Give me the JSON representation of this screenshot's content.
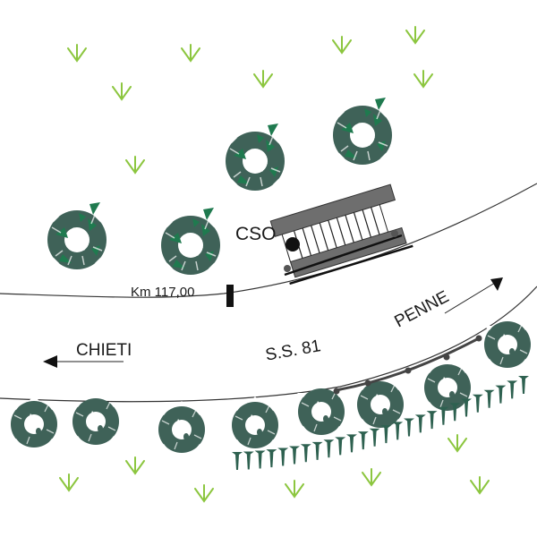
{
  "labels": {
    "cso": "CSO",
    "km_marker": "Km 117,00",
    "road_name": "S.S. 81",
    "direction_west": "CHIETI",
    "direction_east": "PENNE"
  },
  "colors": {
    "tree_dark": "#3f6258",
    "tree_light": "#1f7a4f",
    "grass": "#8cc63f",
    "structure_gray": "#6e6e6e",
    "line": "#222222"
  },
  "legend_icons": {
    "tree": "tree-canopy-icon",
    "grass": "grass-tuft-icon",
    "shrub": "shrub-hedge-icon",
    "culvert": "culvert-structure-icon",
    "guardrail": "guardrail-icon",
    "km_post": "km-post-icon",
    "arrow": "direction-arrow-icon"
  }
}
